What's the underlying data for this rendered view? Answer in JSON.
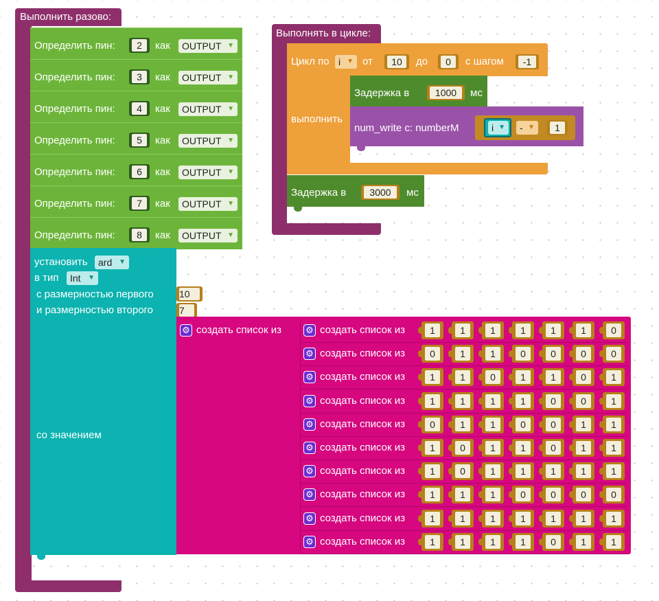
{
  "setup": {
    "title": "Выполнить разово:",
    "pins": [
      {
        "label": "Определить пин:",
        "pin": "2",
        "as": "как",
        "mode": "OUTPUT"
      },
      {
        "label": "Определить пин:",
        "pin": "3",
        "as": "как",
        "mode": "OUTPUT"
      },
      {
        "label": "Определить пин:",
        "pin": "4",
        "as": "как",
        "mode": "OUTPUT"
      },
      {
        "label": "Определить пин:",
        "pin": "5",
        "as": "как",
        "mode": "OUTPUT"
      },
      {
        "label": "Определить пин:",
        "pin": "6",
        "as": "как",
        "mode": "OUTPUT"
      },
      {
        "label": "Определить пин:",
        "pin": "7",
        "as": "как",
        "mode": "OUTPUT"
      },
      {
        "label": "Определить пин:",
        "pin": "8",
        "as": "как",
        "mode": "OUTPUT"
      }
    ],
    "array_block": {
      "set_label": "установить",
      "var_name": "ard",
      "type_label": "в тип",
      "type_value": "Int",
      "dim1_label": "с размерностью первого",
      "dim1_value": "10",
      "dim2_label": "и размерностью второго",
      "dim2_value": "7",
      "value_label": "со значением",
      "outer_list_label": "создать список из",
      "inner_list_label": "создать список из",
      "rows": [
        [
          "1",
          "1",
          "1",
          "1",
          "1",
          "1",
          "0"
        ],
        [
          "0",
          "1",
          "1",
          "0",
          "0",
          "0",
          "0"
        ],
        [
          "1",
          "1",
          "0",
          "1",
          "1",
          "0",
          "1"
        ],
        [
          "1",
          "1",
          "1",
          "1",
          "0",
          "0",
          "1"
        ],
        [
          "0",
          "1",
          "1",
          "0",
          "0",
          "1",
          "1"
        ],
        [
          "1",
          "0",
          "1",
          "1",
          "0",
          "1",
          "1"
        ],
        [
          "1",
          "0",
          "1",
          "1",
          "1",
          "1",
          "1"
        ],
        [
          "1",
          "1",
          "1",
          "0",
          "0",
          "0",
          "0"
        ],
        [
          "1",
          "1",
          "1",
          "1",
          "1",
          "1",
          "1"
        ],
        [
          "1",
          "1",
          "1",
          "1",
          "0",
          "1",
          "1"
        ]
      ]
    }
  },
  "loop": {
    "title": "Выполнять в цикле:",
    "for": {
      "label": "Цикл по",
      "var": "i",
      "from_label": "от",
      "from_value": "10",
      "to_label": "до",
      "to_value": "0",
      "step_label": "с шагом",
      "step_value": "-1",
      "do_label": "выполнить"
    },
    "inner_delay": {
      "label": "Задержка в",
      "value": "1000",
      "unit": "мс"
    },
    "num_write": {
      "label": "num_write c: numberM",
      "var": "i",
      "op": "-",
      "operand": "1"
    },
    "outer_delay": {
      "label": "Задержка в",
      "value": "3000",
      "unit": "мс"
    }
  },
  "colors": {
    "hat": "#8e2f6b",
    "pin_block": "#6db53a",
    "delay": "#4e8b2d",
    "loop": "#eea03b",
    "num_write": "#9a52a8",
    "array": "#0cb3b0",
    "list": "#d6077f"
  }
}
